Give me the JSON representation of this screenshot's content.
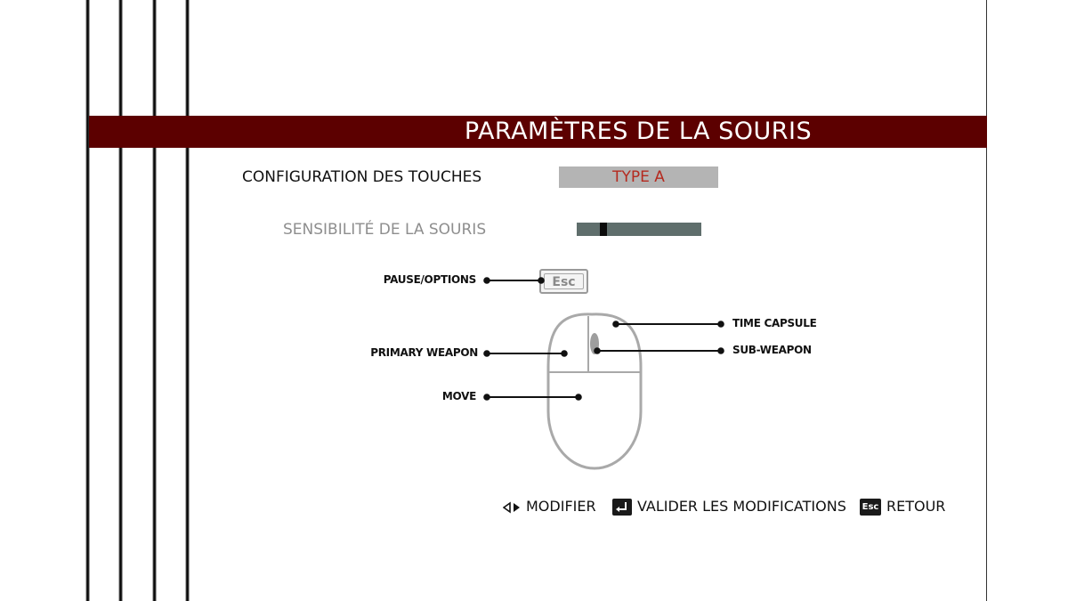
{
  "header": {
    "title": "PARAMÈTRES DE LA SOURIS"
  },
  "options": {
    "key_config": {
      "label": "CONFIGURATION DES TOUCHES",
      "value": "TYPE A"
    },
    "sensitivity": {
      "label": "SENSIBILITÉ DE LA SOURIS",
      "level": 0.2
    }
  },
  "diagram": {
    "esc_key": "Esc",
    "pause": "PAUSE/OPTIONS",
    "time_capsule": "TIME CAPSULE",
    "primary": "PRIMARY WEAPON",
    "sub": "SUB-WEAPON",
    "move": "MOVE"
  },
  "legend": {
    "modify": "MODIFIER",
    "validate": "VALIDER LES MODIFICATIONS",
    "esc_icon": "Esc",
    "back": "RETOUR"
  },
  "colors": {
    "title_bar": "#5c0000",
    "value_text": "#b52a1f",
    "slider_track": "#5f6e6c"
  }
}
